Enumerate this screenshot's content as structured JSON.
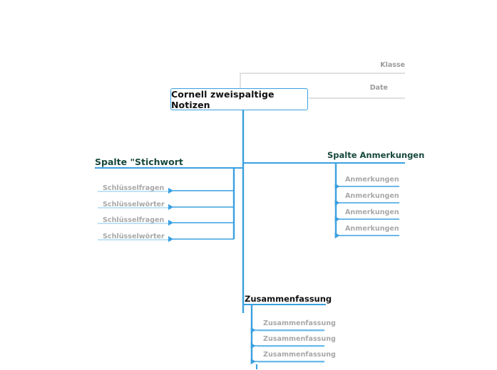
{
  "map": {
    "title": "Cornell zweispaltige Notizen",
    "accent_color": "#3aa0e0",
    "accent_light": "#8fcdf0",
    "header_color": "#17483c",
    "leaf_text_color": "#a8a8a8",
    "meta_line_color": "#d6d6d6",
    "background": "#ffffff"
  },
  "meta": {
    "klasse_label": "Klasse",
    "date_label": "Date"
  },
  "branches": {
    "stichwort": {
      "header": "Spalte \"Stichwort",
      "leaves": [
        {
          "label": "Schlüsselfragen"
        },
        {
          "label": "Schlüsselwörter"
        },
        {
          "label": "Schlüsselfragen"
        },
        {
          "label": "Schlüsselwörter"
        }
      ]
    },
    "anmerkungen": {
      "header": "Spalte Anmerkungen",
      "leaves": [
        {
          "label": "Anmerkungen"
        },
        {
          "label": "Anmerkungen"
        },
        {
          "label": "Anmerkungen"
        },
        {
          "label": "Anmerkungen"
        }
      ]
    },
    "zusammenfassung": {
      "header": "Zusammenfassung",
      "leaves": [
        {
          "label": "Zusammenfassung"
        },
        {
          "label": "Zusammenfassung"
        },
        {
          "label": "Zusammenfassung"
        }
      ]
    }
  }
}
